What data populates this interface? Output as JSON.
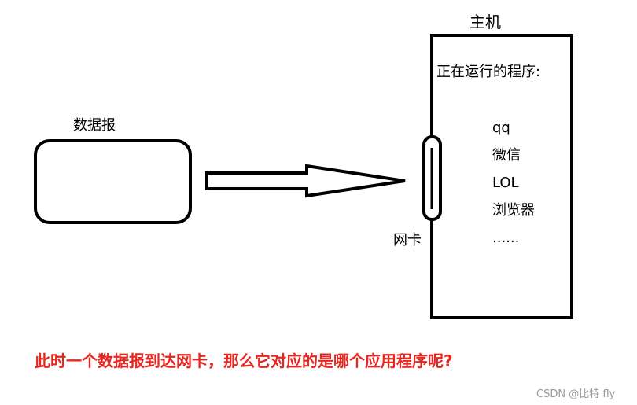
{
  "host": {
    "title": "主机",
    "running_label": "正在运行的程序:",
    "programs": [
      "qq",
      "微信",
      "LOL",
      "浏览器",
      "......"
    ]
  },
  "packet": {
    "label": "数据报"
  },
  "nic": {
    "label": "网卡"
  },
  "question": "此时一个数据报到达网卡，那么它对应的是哪个应用程序呢?",
  "watermark": "CSDN @比特 fly",
  "colors": {
    "question": "#e8261f",
    "stroke": "#000000",
    "watermark": "#999999"
  }
}
